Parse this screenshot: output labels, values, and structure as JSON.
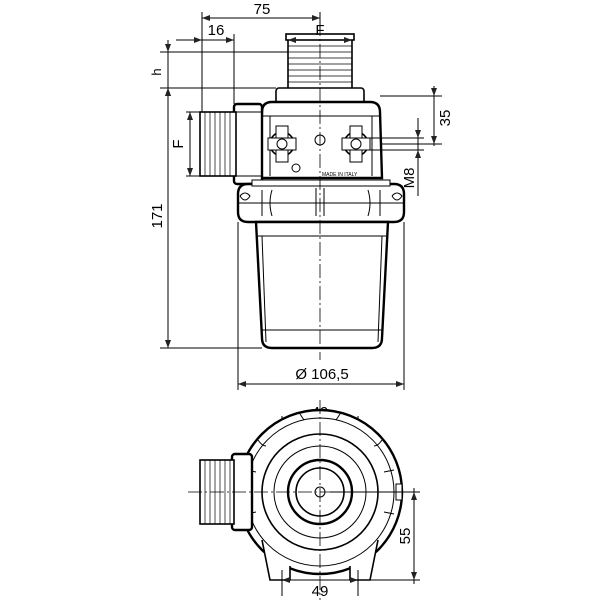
{
  "dimensions": {
    "width_75": "75",
    "width_16": "16",
    "thread_f_top": "F",
    "height_h": "h",
    "height_35": "35",
    "thread_f_side": "F",
    "height_171": "171",
    "thread_m8": "M8",
    "diameter": "Ø 106,5",
    "width_49_top": "49",
    "height_55": "55",
    "width_49_bottom": "49"
  },
  "markings": {
    "body_text": "MADE IN ITALY"
  },
  "colors": {
    "line": "#000000",
    "background": "#ffffff"
  }
}
